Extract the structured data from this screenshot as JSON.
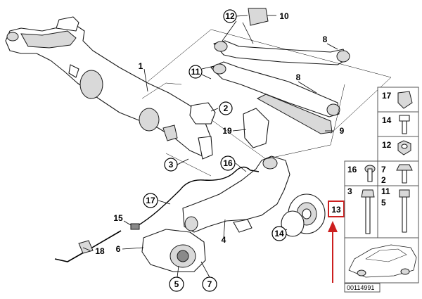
{
  "diagram": {
    "part_code": "00114991",
    "callouts": [
      {
        "id": "c10",
        "label": "10"
      },
      {
        "id": "c12a",
        "label": "12"
      },
      {
        "id": "c8a",
        "label": "8"
      },
      {
        "id": "c11",
        "label": "11"
      },
      {
        "id": "c8b",
        "label": "8"
      },
      {
        "id": "c1",
        "label": "1"
      },
      {
        "id": "c2",
        "label": "2"
      },
      {
        "id": "c19",
        "label": "19"
      },
      {
        "id": "c9",
        "label": "9"
      },
      {
        "id": "c3",
        "label": "3"
      },
      {
        "id": "c16",
        "label": "16"
      },
      {
        "id": "c17",
        "label": "17"
      },
      {
        "id": "c15",
        "label": "15"
      },
      {
        "id": "c4",
        "label": "4"
      },
      {
        "id": "c14",
        "label": "14"
      },
      {
        "id": "c13",
        "label": "13"
      },
      {
        "id": "c18",
        "label": "18"
      },
      {
        "id": "c6",
        "label": "6"
      },
      {
        "id": "c5",
        "label": "5"
      },
      {
        "id": "c7",
        "label": "7"
      }
    ],
    "side_panel": [
      {
        "id": "s17",
        "label": "17"
      },
      {
        "id": "s14",
        "label": "14"
      },
      {
        "id": "s12",
        "label": "12"
      },
      {
        "id": "s16",
        "label": "16"
      },
      {
        "id": "s7",
        "label": "7"
      },
      {
        "id": "s2",
        "label": "2"
      },
      {
        "id": "s3",
        "label": "3"
      },
      {
        "id": "s11",
        "label": "11"
      },
      {
        "id": "s5",
        "label": "5"
      }
    ],
    "highlight_label": "13",
    "colors": {
      "highlight": "#cc1f1f",
      "line": "#1a1a1a",
      "shade": "#d9d9d9"
    }
  }
}
